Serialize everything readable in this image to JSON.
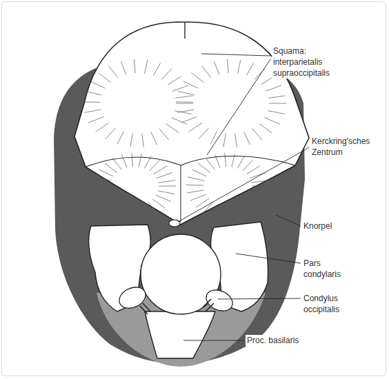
{
  "diagram": {
    "labels": [
      "Squama: interparietalis supraoccipitalis",
      "Kerckring'sches Zentrum",
      "Knorpel",
      "Pars condylaris",
      "Condylus occipitalis",
      "Proc. basilaris"
    ]
  }
}
